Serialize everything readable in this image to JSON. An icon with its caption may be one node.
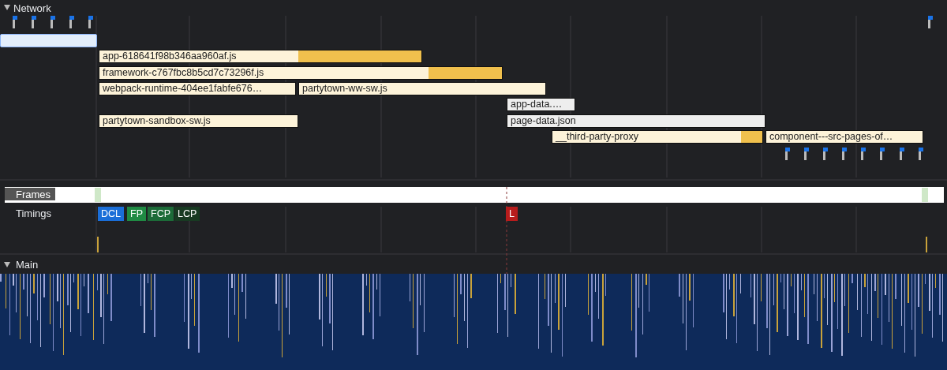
{
  "diagram": {
    "nodes": [
      {
        "text": [],
        "shape": "bar"
      },
      {
        "text": [
          "app-618641f98b346aa960af.js"
        ]
      },
      {
        "text": [
          "framework-c767fbc8b5cd7c73296f.js"
        ]
      },
      {
        "text": [
          "webpack-runtime-404ee1fabfe676…"
        ]
      },
      {
        "text": [
          "partytown-ww-sw.js"
        ]
      },
      {
        "text": [
          "app-data.…"
        ]
      },
      {
        "text": [
          "partytown-sandbox-sw.js"
        ]
      },
      {
        "text": [
          "page-data.json"
        ]
      },
      {
        "text": [
          "__third-party-proxy"
        ]
      },
      {
        "text": [
          "component---src-pages-of…"
        ]
      }
    ],
    "edges": [],
    "labels": [
      "Network",
      "Frames",
      "Timings",
      "DCL",
      "FP",
      "FCP",
      "LCP",
      "L",
      "Main"
    ]
  }
}
